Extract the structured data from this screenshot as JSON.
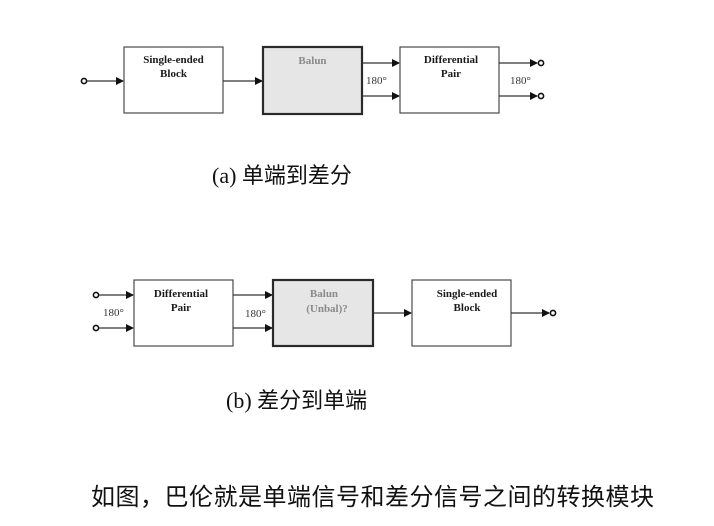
{
  "diagram_a": {
    "blocks": [
      {
        "id": "se-block",
        "lines": [
          "Single-ended",
          "Block"
        ],
        "style": "white"
      },
      {
        "id": "balun",
        "lines": [
          "Balun"
        ],
        "style": "gray"
      },
      {
        "id": "diff-pair",
        "lines": [
          "Differential",
          "Pair"
        ],
        "style": "white"
      }
    ],
    "phase_labels": [
      "180°",
      "180°"
    ],
    "caption": "(a) 单端到差分"
  },
  "diagram_b": {
    "blocks": [
      {
        "id": "diff-pair",
        "lines": [
          "Differential",
          "Pair"
        ],
        "style": "white"
      },
      {
        "id": "balun",
        "lines": [
          "Balun",
          "(Unbal)?"
        ],
        "style": "gray"
      },
      {
        "id": "se-block",
        "lines": [
          "Single-ended",
          "Block"
        ],
        "style": "white"
      }
    ],
    "phase_labels": [
      "180°",
      "180°"
    ],
    "caption": "(b) 差分到单端"
  },
  "description": "如图，巴伦就是单端信号和差分信号之间的转换模块"
}
